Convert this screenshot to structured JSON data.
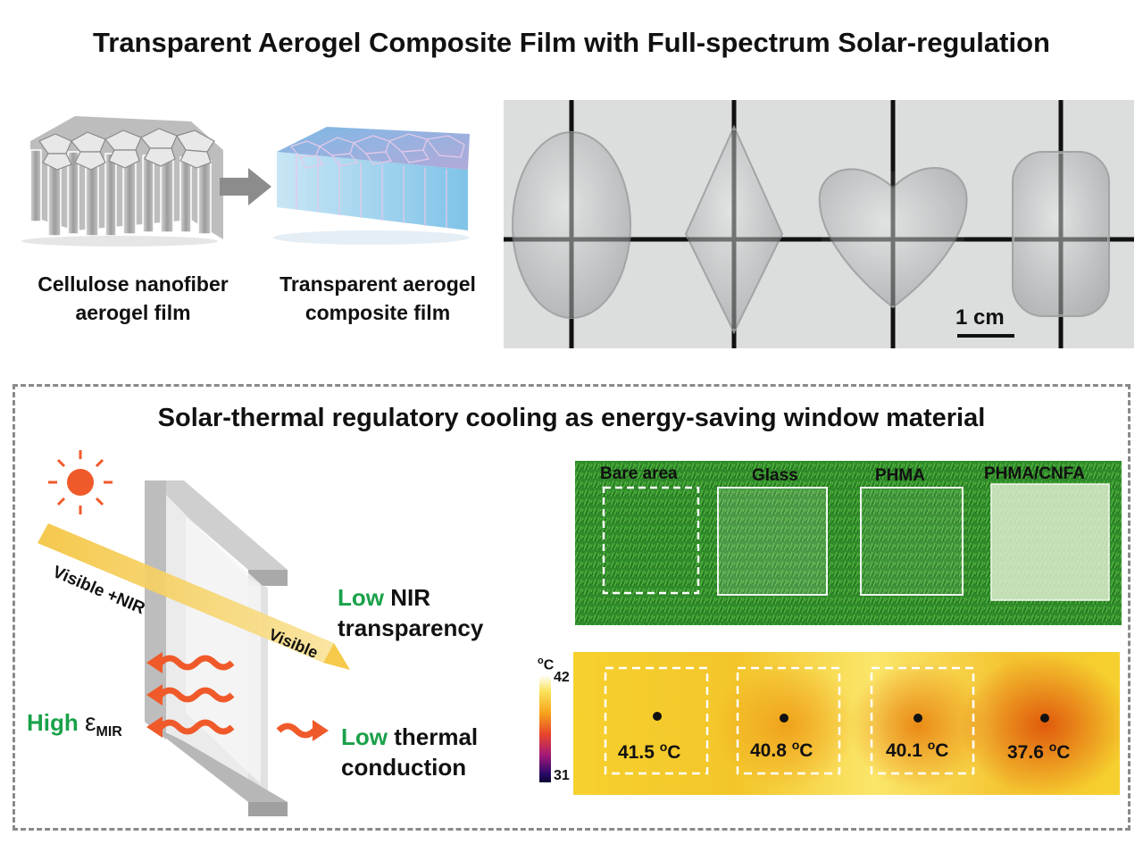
{
  "title": "Transparent Aerogel Composite Film with Full-spectrum Solar-regulation",
  "top": {
    "film1": {
      "line1": "Cellulose nanofiber",
      "line2": "aerogel film"
    },
    "film2": {
      "line1": "Transparent aerogel",
      "line2": "composite film"
    },
    "photo": {
      "scale_bar": "1 cm"
    }
  },
  "bottom": {
    "title": "Solar-thermal regulatory cooling as energy-saving window material",
    "beam_in": "Visible +NIR",
    "beam_out": "Visible",
    "low_nir": {
      "keyword": "Low",
      "text1": " NIR",
      "text2": "transparency"
    },
    "high_emir": {
      "keyword": "High",
      "symbol": "ε",
      "sub": "MIR"
    },
    "low_thermal": {
      "keyword": "Low",
      "text1": " thermal",
      "text2": "conduction"
    },
    "samples": [
      "Bare area",
      "Glass",
      "PHMA",
      "PHMA/CNFA"
    ],
    "colorbar": {
      "unit_o": "o",
      "unit_c": "C",
      "max": "42",
      "min": "31"
    },
    "temps": [
      {
        "value": "41.5 ",
        "unit_o": "o",
        "unit_c": "C"
      },
      {
        "value": "40.8 ",
        "unit_o": "o",
        "unit_c": "C"
      },
      {
        "value": "40.1 ",
        "unit_o": "o",
        "unit_c": "C"
      },
      {
        "value": "37.6 ",
        "unit_o": "o",
        "unit_c": "C"
      }
    ]
  },
  "colors": {
    "green": "#1aa14a",
    "arrow": "#f05a2a",
    "sun": "#f05a2a"
  },
  "icons": [
    "sun-icon",
    "heat-wave-icon",
    "arrow-right-icon"
  ]
}
